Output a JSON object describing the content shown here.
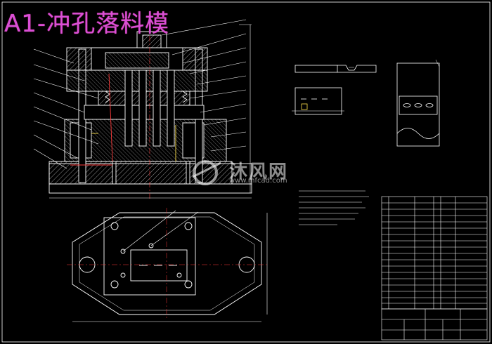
{
  "drawing": {
    "title": "A1-冲孔落料模",
    "colors": {
      "background": "#000000",
      "line": "#ffffff",
      "hatch": "#c8c8c8",
      "title": "#d94fd6",
      "accent_red": "#ff3b3b",
      "accent_yellow": "#ffe14d"
    }
  },
  "watermark": {
    "name": "沐风网",
    "url": "www.mfcad.com",
    "icon": "mufeng-logo-icon"
  },
  "views": {
    "section_view": {},
    "top_view": {},
    "strip_layout": {},
    "workpiece": {}
  }
}
